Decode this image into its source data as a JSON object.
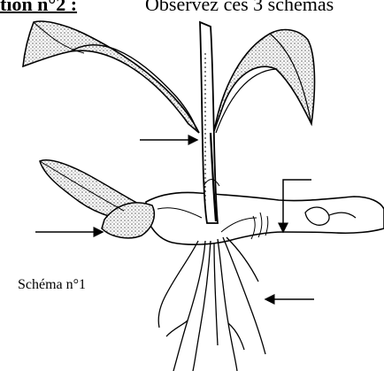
{
  "header": {
    "exercise_fragment": "tion n°2 :",
    "instruction": "Observez ces 3 schémas"
  },
  "schema_label": "Schéma n°1",
  "colors": {
    "ink": "#000000",
    "stipple": "#6a6a6a",
    "paper": "#ffffff"
  },
  "arrows": [
    {
      "name": "stem-arrow",
      "target": "stem"
    },
    {
      "name": "bud-arrow",
      "target": "lateral-bud"
    },
    {
      "name": "rhizome-arrow",
      "target": "rhizome"
    },
    {
      "name": "root-arrow",
      "target": "roots"
    }
  ]
}
